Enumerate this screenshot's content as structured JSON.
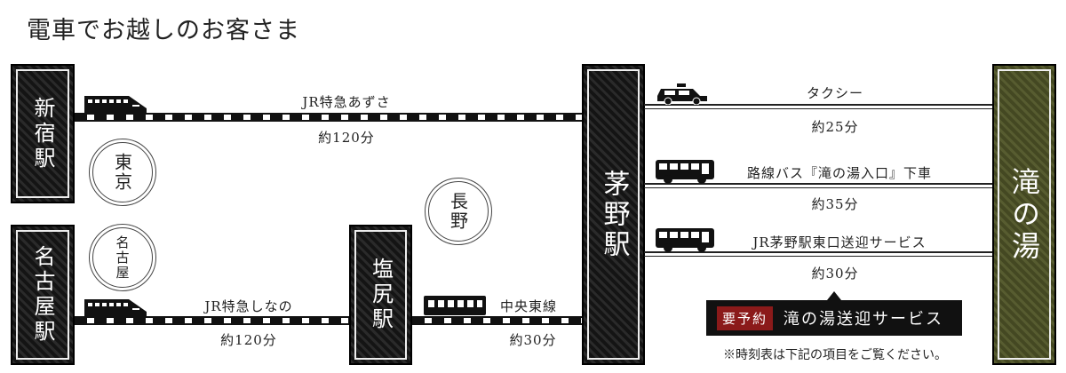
{
  "title": "電車でお越しのお客さま",
  "stations": {
    "shinjuku": "新宿駅",
    "nagoya": "名古屋駅",
    "shiojiri": "塩尻駅",
    "chino": "茅野駅",
    "destination": "滝の湯"
  },
  "regions": {
    "tokyo": "東京",
    "nagoya": "名古屋",
    "nagano": "長野"
  },
  "routes": {
    "azusa": {
      "name": "JR特急あずさ",
      "time": "約120分"
    },
    "shinano": {
      "name": "JR特急しなの",
      "time": "約120分"
    },
    "chuo": {
      "name": "中央東線",
      "time": "約30分"
    },
    "taxi": {
      "name": "タクシー",
      "time": "約25分"
    },
    "bus": {
      "name": "路線バス『滝の湯入口』下車",
      "time": "約35分"
    },
    "shuttle": {
      "name": "JR茅野駅東口送迎サービス",
      "time": "約30分"
    }
  },
  "callout": {
    "badge": "要予約",
    "service": "滝の湯送迎サービス",
    "note": "※時刻表は下記の項目をご覧ください。"
  },
  "colors": {
    "olive": "#4b4f28",
    "badge_red": "#8b1a1a"
  }
}
